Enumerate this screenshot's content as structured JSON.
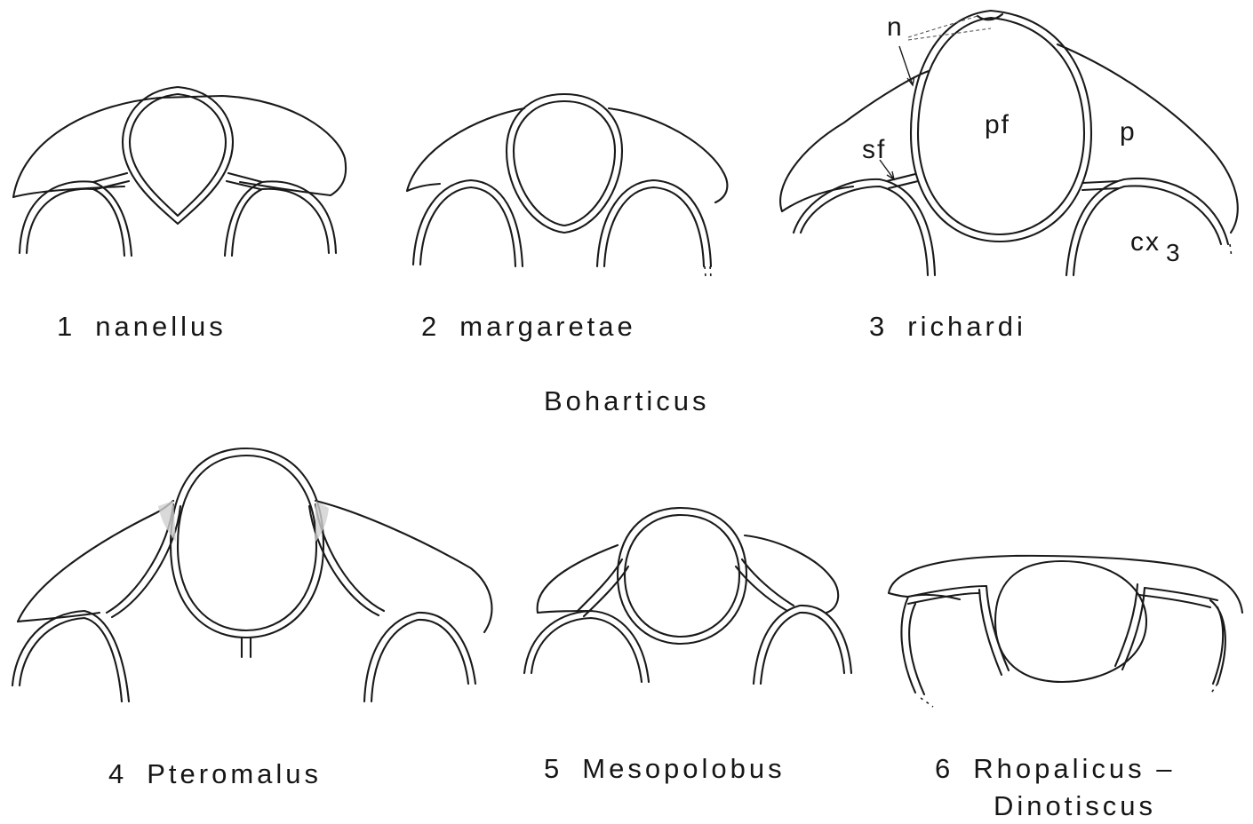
{
  "figure": {
    "group_label": "Boharticus",
    "panels": [
      {
        "number": "1",
        "taxon": "nanellus"
      },
      {
        "number": "2",
        "taxon": "margaretae"
      },
      {
        "number": "3",
        "taxon": "richardi"
      },
      {
        "number": "4",
        "taxon": "Pteromalus"
      },
      {
        "number": "5",
        "taxon": "Mesopolobus"
      },
      {
        "number": "6",
        "taxon": "Rhopalicus –",
        "taxon_line2": "Dinotiscus"
      }
    ],
    "part_labels": {
      "n": "n",
      "pf": "pf",
      "p": "p",
      "sf": "sf",
      "cx": "cx",
      "cx_sub": "3"
    }
  }
}
